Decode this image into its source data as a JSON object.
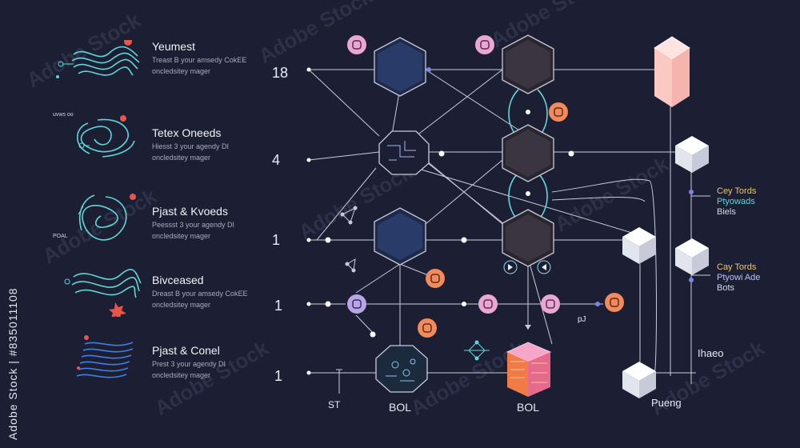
{
  "watermark": {
    "text": "Adobe Stock",
    "side_text": "Adobe Stock | #835011108"
  },
  "features": [
    {
      "title": "Yeumest",
      "desc1": "Treast B your amsedy CokEE",
      "desc2": "oncledsitey mager",
      "tag": ""
    },
    {
      "title": "Tetex Oneeds",
      "desc1": "Hiesst 3 your agendy DI",
      "desc2": "oncledsitey mager",
      "tag": "uvws oo"
    },
    {
      "title": "Pjast & Kvoeds",
      "desc1": "Peessst 3 your agendy DI",
      "desc2": "oncledsitey mager",
      "tag": "POAL"
    },
    {
      "title": "Bivceased",
      "desc1": "Dreast B your amsedy CokEE",
      "desc2": "oncledsitey mager",
      "tag": ""
    },
    {
      "title": "Pjast & Conel",
      "desc1": "Prest 3 your agendy DI",
      "desc2": "oncledsitey mager",
      "tag": ""
    }
  ],
  "diagram": {
    "row_numbers": [
      "18",
      "4",
      "1",
      "1",
      "1"
    ],
    "bottom_labels": {
      "st": "ST",
      "bol1": "BOL",
      "bol2": "BOL",
      "pueng": "Pueng",
      "ihaeo": "Ihaeo",
      "pj": "pJ"
    },
    "legend1": {
      "l1": "Cey Tords",
      "l2": "Ptyowads",
      "l3": "Biels"
    },
    "legend2": {
      "l1": "Cay Tords",
      "l2": "Ptyowi Ade",
      "l3": "Bots"
    }
  },
  "colors": {
    "background": "#1c1f33",
    "line": "#c9ccd8",
    "cyan": "#5fd6d8",
    "orange": "#f28a5b",
    "pink": "#e9a7d8",
    "lavender": "#b7a6e6",
    "peach": "#fbd1cc",
    "yellow": "#e8c66d"
  }
}
